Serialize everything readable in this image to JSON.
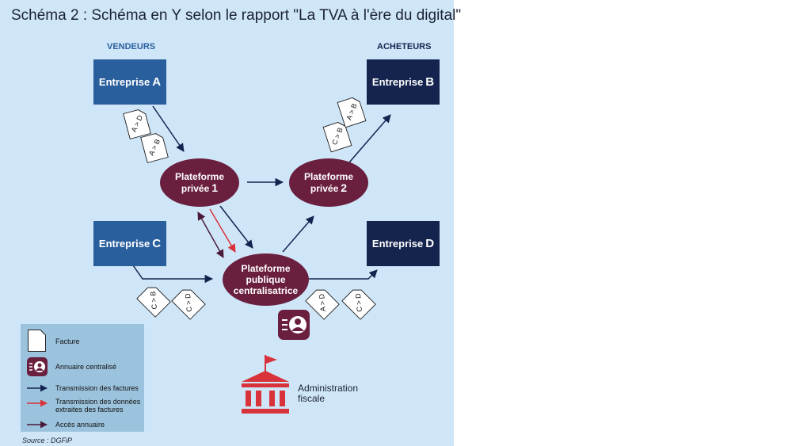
{
  "title": "Schéma 2  : Schéma en Y selon le rapport \"La TVA à l'ère du digital\"",
  "columns": {
    "sellers": "VENDEURS",
    "buyers": "ACHETEURS"
  },
  "entities": {
    "a": {
      "prefix": "Entreprise",
      "letter": "A"
    },
    "b": {
      "prefix": "Entreprise",
      "letter": "B"
    },
    "c": {
      "prefix": "Entreprise",
      "letter": "C"
    },
    "d": {
      "prefix": "Entreprise",
      "letter": "D"
    }
  },
  "platforms": {
    "p1": {
      "line1": "Plateforme",
      "line2": "privée",
      "num": "1"
    },
    "p2": {
      "line1": "Plateforme",
      "line2": "privée",
      "num": "2"
    },
    "ppf": {
      "line1": "Plateforme",
      "line2": "publique",
      "line3": "centralisatrice"
    }
  },
  "invoices": {
    "ad_left": "A > D",
    "ab_left": "A > B",
    "cb_top": "C > B",
    "ab_top": "A > B",
    "cb_bottom": "C > B",
    "cd_bottom": "C > D",
    "ad_bottom": "A > D",
    "cd_right": "C > D"
  },
  "administration": {
    "line1": "Administration",
    "line2": "fiscale"
  },
  "legend": {
    "invoice": "Facture",
    "directory": "Annuaire centralisé",
    "transmission_invoices": "Transmission des factures",
    "transmission_data_line1": "Transmission des données",
    "transmission_data_line2": "extraites des factures",
    "directory_access": "Accès annuaire"
  },
  "source": "Source : DGFiP",
  "colors": {
    "background": "#cfe6f8",
    "seller_box": "#2a5f9e",
    "buyer_box": "#14244e",
    "platform": "#6a1f3f",
    "arrow_invoices": "#14244e",
    "arrow_data": "#d8333a",
    "arrow_directory": "#4a1a3a",
    "admin_icon": "#d8333a",
    "legend_bg": "#9cc3dd"
  }
}
